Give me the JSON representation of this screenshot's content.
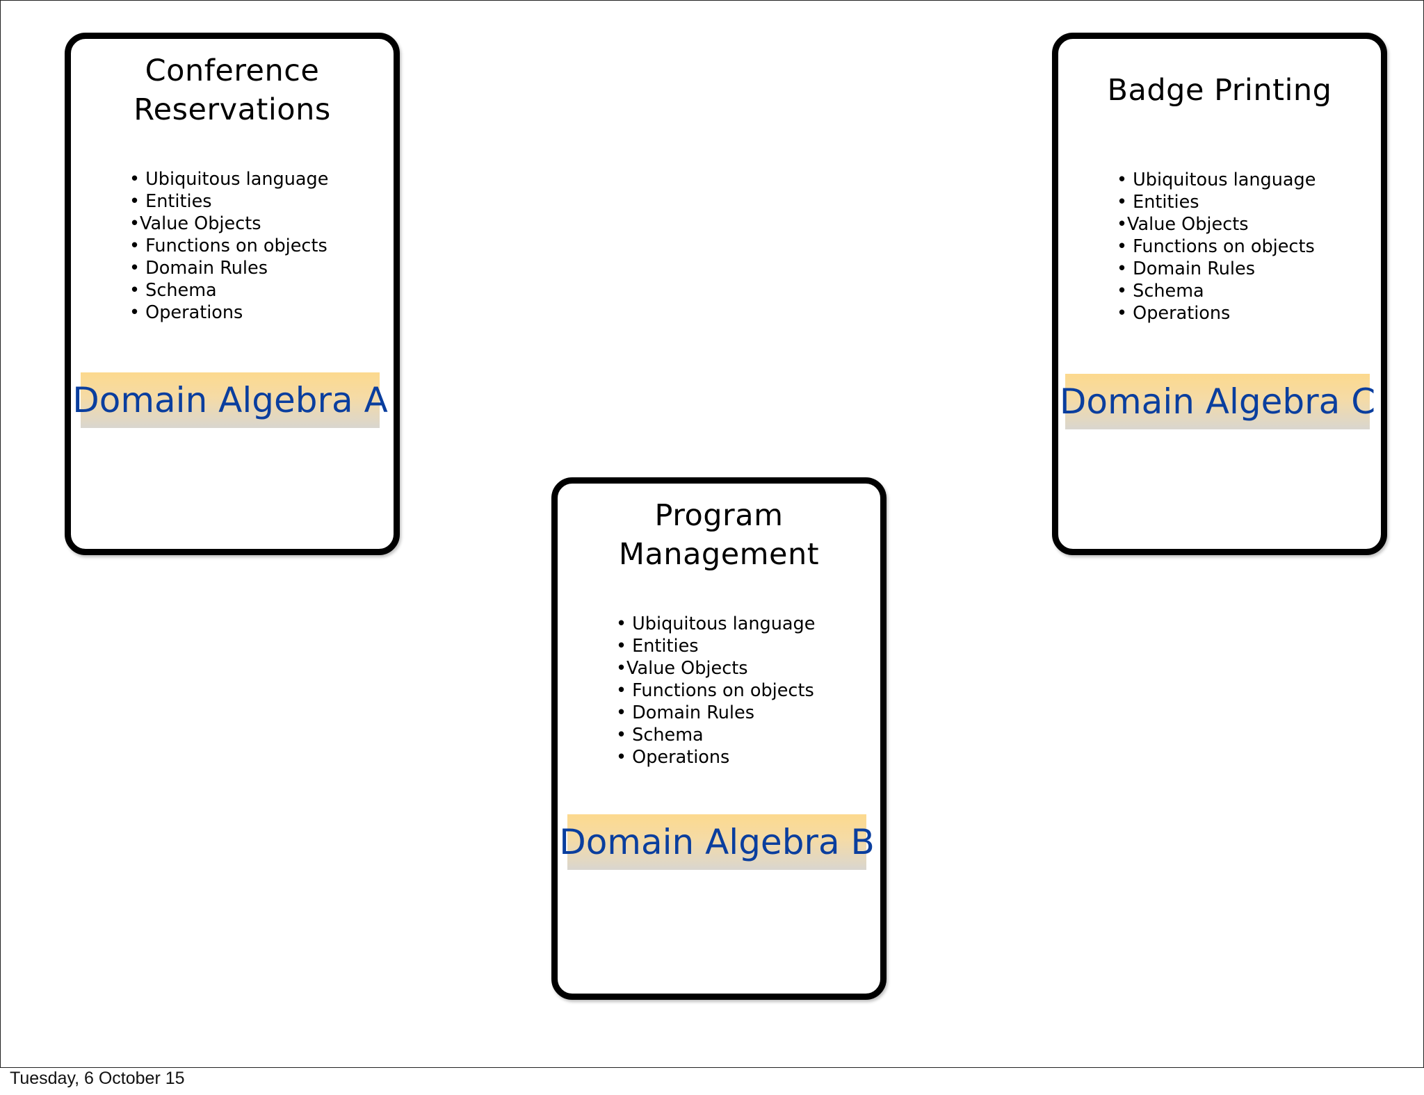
{
  "footer": {
    "date": "Tuesday, 6 October 15"
  },
  "colors": {
    "algebra_text": "#0a3e9e",
    "band_top": "#fcd98e",
    "band_bottom": "#d9d6cf",
    "card_border": "#000000"
  },
  "cards": [
    {
      "title_line1": "Conference",
      "title_line2": "Reservations",
      "items": [
        "• Ubiquitous language",
        "• Entities",
        "•Value Objects",
        "• Functions on objects",
        "• Domain Rules",
        "• Schema",
        "• Operations"
      ],
      "algebra": "Domain Algebra A"
    },
    {
      "title_line1": "Program",
      "title_line2": "Management",
      "items": [
        "• Ubiquitous language",
        "• Entities",
        "•Value Objects",
        "• Functions on objects",
        "• Domain Rules",
        "• Schema",
        "• Operations"
      ],
      "algebra": "Domain Algebra B"
    },
    {
      "title_line1": "Badge Printing",
      "items": [
        "• Ubiquitous language",
        "• Entities",
        "•Value Objects",
        "• Functions on objects",
        "• Domain Rules",
        "• Schema",
        "• Operations"
      ],
      "algebra": "Domain Algebra C"
    }
  ]
}
